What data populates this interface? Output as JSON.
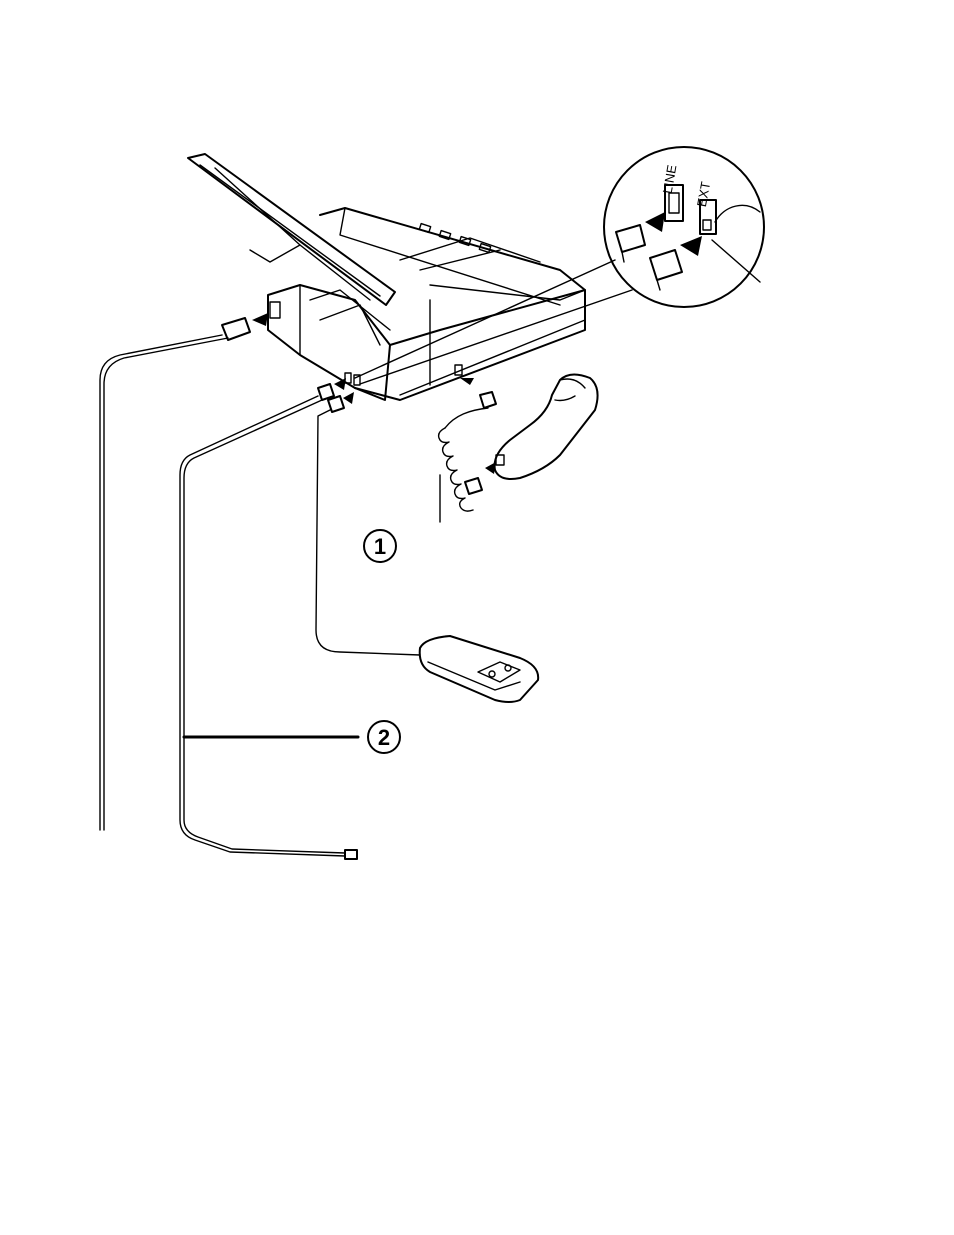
{
  "jacks": {
    "line_label": "LINE",
    "ext_label": "EXT"
  },
  "callouts": {
    "one": "1",
    "two": "2"
  },
  "colors": {
    "ink": "#000000",
    "background": "#ffffff"
  },
  "icons": [
    "fax-machine-icon",
    "handset-icon",
    "answering-machine-icon",
    "phone-plug-icon",
    "power-plug-icon"
  ]
}
